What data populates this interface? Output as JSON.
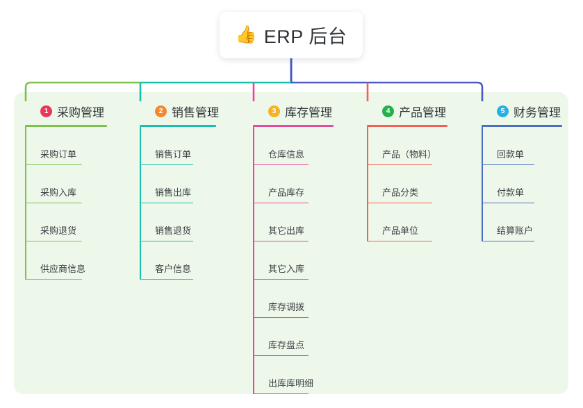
{
  "diagram": {
    "title": "ERP 后台",
    "root": {
      "emoji": "👍",
      "emoji_name": "thumbs-up-icon",
      "label": "ERP 后台"
    },
    "panel_color": "#eef8ea",
    "trunk_color": "#4a5bc4",
    "branches": [
      {
        "index": "1",
        "label": "采购管理",
        "badge_color": "#e8385a",
        "line_color": "#7fc24b",
        "rule_width": 118,
        "leaf_rule_width": 82,
        "children": [
          {
            "label": "采购订单"
          },
          {
            "label": "采购入库"
          },
          {
            "label": "采购退货"
          },
          {
            "label": "供应商信息"
          }
        ]
      },
      {
        "index": "2",
        "label": "销售管理",
        "badge_color": "#f5872e",
        "line_color": "#19bfae",
        "rule_width": 110,
        "leaf_rule_width": 77,
        "children": [
          {
            "label": "销售订单"
          },
          {
            "label": "销售出库"
          },
          {
            "label": "销售退货"
          },
          {
            "label": "客户信息"
          }
        ]
      },
      {
        "index": "3",
        "label": "库存管理",
        "badge_color": "#f5b324",
        "line_color": "#e8489c",
        "rule_width": 116,
        "leaf_rule_width": 80,
        "children": [
          {
            "label": "仓库信息"
          },
          {
            "label": "产品库存"
          },
          {
            "label": "其它出库"
          },
          {
            "label": "其它入库"
          },
          {
            "label": "库存调拨"
          },
          {
            "label": "库存盘点"
          },
          {
            "label": "出库库明细"
          }
        ]
      },
      {
        "index": "4",
        "label": "产品管理",
        "badge_color": "#22b14c",
        "line_color": "#f35f54",
        "rule_width": 116,
        "leaf_rule_width": 94,
        "children": [
          {
            "label": "产品（物料）"
          },
          {
            "label": "产品分类"
          },
          {
            "label": "产品单位"
          }
        ]
      },
      {
        "index": "5",
        "label": "财务管理",
        "badge_color": "#27b0e6",
        "line_color": "#4a6fc4",
        "rule_width": 116,
        "leaf_rule_width": 76,
        "children": [
          {
            "label": "回款单"
          },
          {
            "label": "付款单"
          },
          {
            "label": "结算账户"
          }
        ]
      }
    ]
  }
}
